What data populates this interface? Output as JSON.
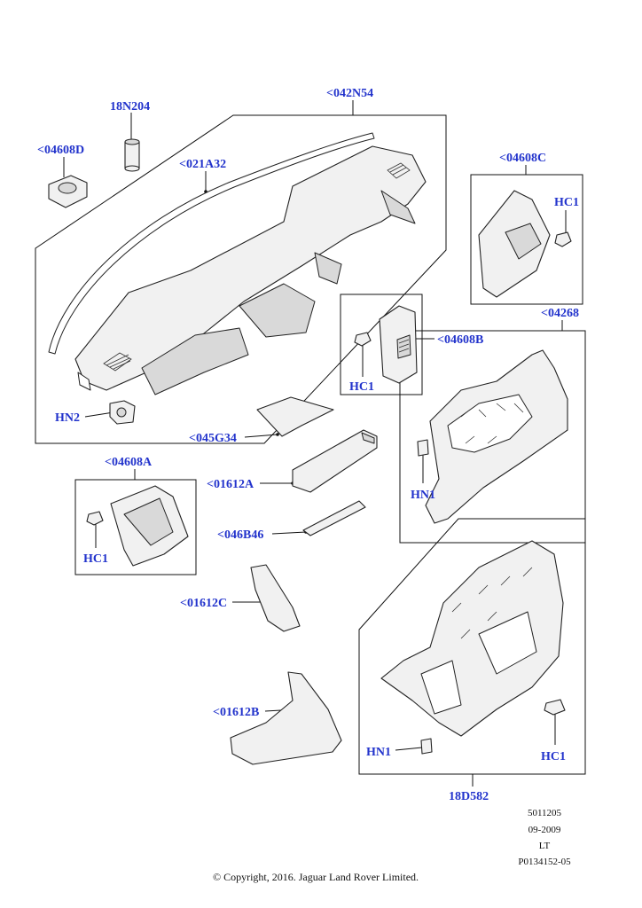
{
  "labels": {
    "part_042N54": "<042N54",
    "part_18N204": "18N204",
    "part_04608D": "<04608D",
    "part_021A32": "<021A32",
    "part_04608C": "<04608C",
    "part_HC1_c": "HC1",
    "part_04608B": "<04608B",
    "part_HC1_b": "HC1",
    "part_04268": "<04268",
    "part_HN2": "HN2",
    "part_045G34": "<045G34",
    "part_04608A": "<04608A",
    "part_01612A": "<01612A",
    "part_HN1_a": "HN1",
    "part_HC1_a": "HC1",
    "part_046B46": "<046B46",
    "part_01612C": "<01612C",
    "part_01612B": "<01612B",
    "part_HN1_b": "HN1",
    "part_HC1_d": "HC1",
    "part_18D582": "18D582"
  },
  "meta": {
    "line1": "5011205",
    "line2": "09-2009",
    "line3": "LT",
    "line4": "P0134152-05"
  },
  "copyright": "© Copyright, 2016. Jaguar Land Rover Limited.",
  "colors": {
    "label": "#2233cc",
    "line": "#111111"
  }
}
